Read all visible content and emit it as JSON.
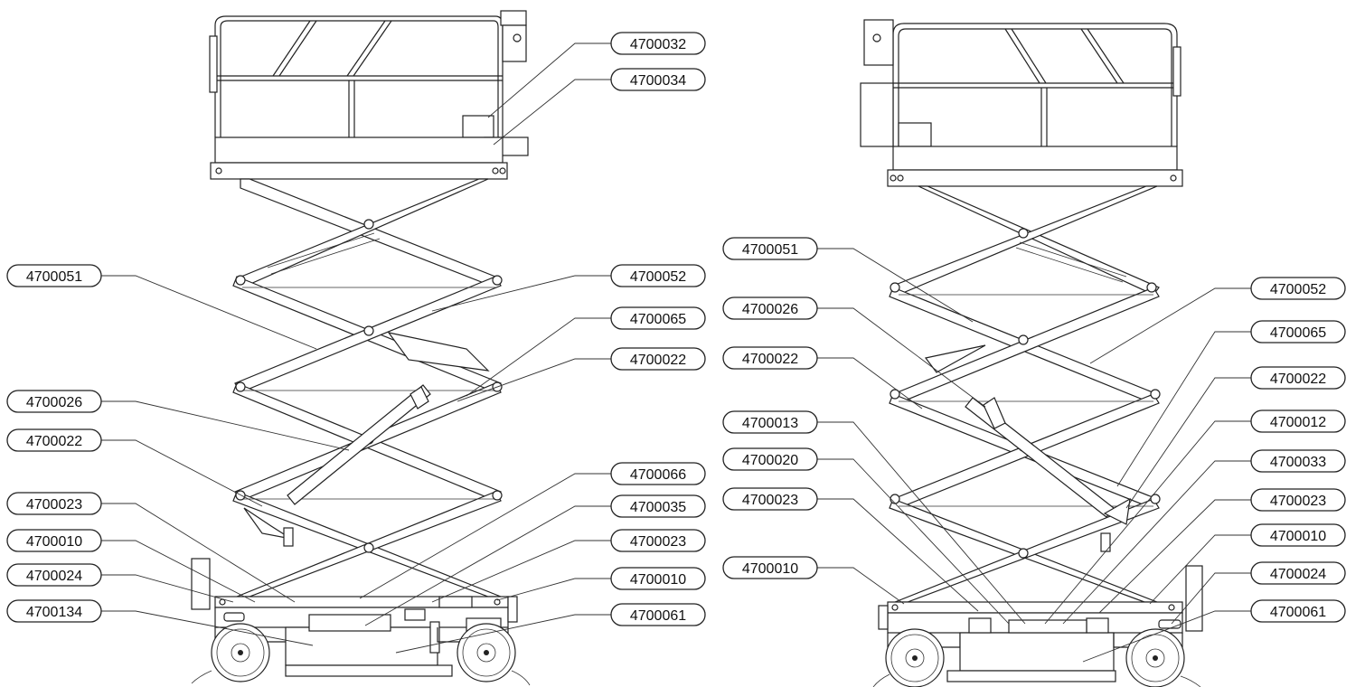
{
  "left_view": {
    "callouts": [
      {
        "label": "4700032",
        "side": "right"
      },
      {
        "label": "4700034",
        "side": "right"
      },
      {
        "label": "4700051",
        "side": "left"
      },
      {
        "label": "4700052",
        "side": "right"
      },
      {
        "label": "4700065",
        "side": "right"
      },
      {
        "label": "4700022",
        "side": "right"
      },
      {
        "label": "4700026",
        "side": "left"
      },
      {
        "label": "4700022",
        "side": "left"
      },
      {
        "label": "4700066",
        "side": "right"
      },
      {
        "label": "4700023",
        "side": "left"
      },
      {
        "label": "4700035",
        "side": "right"
      },
      {
        "label": "4700010",
        "side": "left"
      },
      {
        "label": "4700023",
        "side": "right"
      },
      {
        "label": "4700024",
        "side": "left"
      },
      {
        "label": "4700010",
        "side": "right"
      },
      {
        "label": "4700134",
        "side": "left"
      },
      {
        "label": "4700061",
        "side": "right"
      }
    ]
  },
  "right_view": {
    "callouts": [
      {
        "label": "4700051",
        "side": "left"
      },
      {
        "label": "4700052",
        "side": "right"
      },
      {
        "label": "4700026",
        "side": "left"
      },
      {
        "label": "4700065",
        "side": "right"
      },
      {
        "label": "4700022",
        "side": "left"
      },
      {
        "label": "4700022",
        "side": "right"
      },
      {
        "label": "4700013",
        "side": "left"
      },
      {
        "label": "4700012",
        "side": "right"
      },
      {
        "label": "4700020",
        "side": "left"
      },
      {
        "label": "4700033",
        "side": "right"
      },
      {
        "label": "4700023",
        "side": "left"
      },
      {
        "label": "4700023",
        "side": "right"
      },
      {
        "label": "4700010",
        "side": "right"
      },
      {
        "label": "4700010",
        "side": "left"
      },
      {
        "label": "4700024",
        "side": "right"
      },
      {
        "label": "4700061",
        "side": "right"
      }
    ]
  }
}
